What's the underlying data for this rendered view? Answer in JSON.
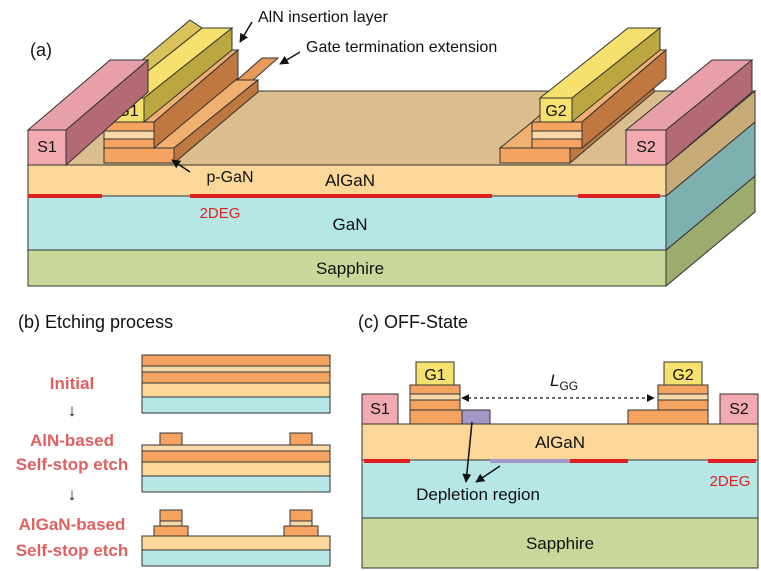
{
  "panel_a": {
    "label": "(a)",
    "aln_insertion_layer": "AlN insertion layer",
    "gate_termination_extension": "Gate termination extension",
    "pgan": "p-GaN",
    "algan": "AlGaN",
    "gan": "GaN",
    "sapphire": "Sapphire",
    "twodeg": "2DEG",
    "g1": "G1",
    "g2": "G2",
    "s1": "S1",
    "s2": "S2"
  },
  "panel_b": {
    "title": "(b) Etching process",
    "step1": "Initial",
    "step2_line1": "AlN-based",
    "step2_line2": "Self-stop etch",
    "step3_line1": "AlGaN-based",
    "step3_line2": "Self-stop etch",
    "arrow": "↓"
  },
  "panel_c": {
    "title": "(c) OFF-State",
    "g1": "G1",
    "g2": "G2",
    "s1": "S1",
    "s2": "S2",
    "lgg_main": "L",
    "lgg_sub": "GG",
    "algan": "AlGaN",
    "twodeg": "2DEG",
    "depletion": "Depletion region",
    "sapphire": "Sapphire"
  },
  "colors": {
    "sapphire": "#c8d89a",
    "gan": "#b6e6e6",
    "algan": "#fbd89a",
    "pgan": "#f4a460",
    "aln": "#f8d8a8",
    "top_surface": "#dcbd8e",
    "gate_metal": "#f6e06e",
    "source_metal": "#f0aab0",
    "twodeg": "#e02020",
    "depletion": "#a596c8",
    "label_red": "#e06060"
  }
}
